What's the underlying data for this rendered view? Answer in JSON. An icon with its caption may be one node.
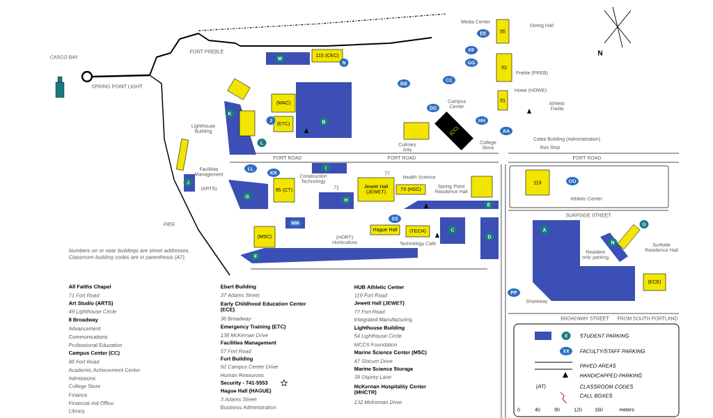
{
  "diagram": {
    "nodes": [
      {
        "text": [
          "115 (CEC)"
        ]
      },
      {
        "text": [
          "(MAC)"
        ]
      },
      {
        "text": [
          "(ETC)"
        ]
      },
      {
        "text": [
          "(CC)"
        ]
      },
      {
        "text": [
          "85"
        ]
      },
      {
        "text": [
          "83"
        ]
      },
      {
        "text": [
          "81"
        ]
      },
      {
        "text": [
          "85 (CT)"
        ]
      },
      {
        "text": [
          "Jewett Hall (JEWET)"
        ]
      },
      {
        "text": [
          "73 (HSC)"
        ]
      },
      {
        "text": [
          "Hague Hall"
        ]
      },
      {
        "text": [
          "(TECH)"
        ]
      },
      {
        "text": [
          "(MSC)"
        ]
      },
      {
        "text": [
          "119"
        ]
      },
      {
        "text": [
          "(ECE)"
        ]
      },
      {
        "text": [],
        "shape": "box"
      },
      {
        "text": [],
        "shape": "box"
      },
      {
        "text": [],
        "shape": "box"
      },
      {
        "text": [],
        "shape": "box"
      },
      {
        "text": [],
        "shape": "box"
      },
      {
        "text": [],
        "shape": "box"
      },
      {
        "text": [
          "M"
        ]
      },
      {
        "text": [
          "N"
        ]
      },
      {
        "text": [
          "BB"
        ]
      },
      {
        "text": [
          "CC"
        ]
      },
      {
        "text": [
          "EE"
        ]
      },
      {
        "text": [
          "FF"
        ]
      },
      {
        "text": [
          "GG"
        ]
      },
      {
        "text": [
          "K"
        ]
      },
      {
        "text": [
          "J"
        ]
      },
      {
        "text": [
          "B"
        ]
      },
      {
        "text": [
          "DD"
        ]
      },
      {
        "text": [
          "HH"
        ]
      },
      {
        "text": [
          "AA"
        ]
      },
      {
        "text": [
          "L"
        ]
      },
      {
        "text": [
          "J"
        ]
      },
      {
        "text": [
          "LL"
        ]
      },
      {
        "text": [
          "KK"
        ]
      },
      {
        "text": [
          "I"
        ]
      },
      {
        "text": [
          "G"
        ]
      },
      {
        "text": [
          "H"
        ]
      },
      {
        "text": [
          "OO"
        ]
      },
      {
        "text": [
          "E"
        ]
      },
      {
        "text": [
          "SS"
        ]
      },
      {
        "text": [
          "MM"
        ]
      },
      {
        "text": [
          "C"
        ]
      },
      {
        "text": [
          "D"
        ]
      },
      {
        "text": [
          "A"
        ]
      },
      {
        "text": [
          "O"
        ]
      },
      {
        "text": [
          "N"
        ]
      },
      {
        "text": [
          "F"
        ]
      },
      {
        "text": [
          "PP"
        ]
      }
    ],
    "labels": [
      "CASCO BAY",
      "SPRING POINT LIGHT",
      "FORT PREBLE",
      "Lighthouse Building",
      "Media Center",
      "Dining Hall",
      "Preble (PREB)",
      "Howe (HOWE)",
      "Campus Center",
      "Athletic Fields",
      "Culinary Arts",
      "College Store",
      "Cates Building (Administration)",
      "Bus Stop",
      "FORT ROAD",
      "FORT ROAD",
      "FORT ROAD",
      "Facilities Management",
      "Construction Technology",
      "71",
      "77",
      "Health Science",
      "Spring Point Residence Hall",
      "(ARTS)",
      "PIER",
      "(HORT) Horticulture",
      "Technology Café",
      "Athletic Center",
      "SURFSIDE STREET",
      "Resident only parking",
      "Surfside Residence Hall",
      "Shoreway",
      "BROADWAY STREET",
      "FROM SOUTH PORTLAND",
      "N",
      "X",
      "XX",
      "(AT)",
      "0",
      "40",
      "80",
      "120",
      "160",
      "meters",
      "Numbers on or near buildings are street addresses. Classroom building codes are in parenthesis (AT).",
      "All Faiths Chapel",
      "71 Fort Road",
      "Art Studio (ARTS)",
      "49 Lighthouse Circle",
      "8 Broadway",
      "Advancement",
      "Communications",
      "Professional Education",
      "Campus Center (CC)",
      "86 Fort Road",
      "Academic Achievement Center",
      "Admissions",
      "College Store",
      "Finance",
      "Financial Aid Office",
      "Library",
      "Ebert Building",
      "37 Adams Street",
      "Early Childhood Education Center (ECE)",
      "36 Broadway",
      "Emergency Training (ETC)",
      "138 McKernan Drive",
      "Facilities Management",
      "57 Fort Road",
      "Fort Building",
      "92 Campus Center Drive",
      "Human Resources",
      "Security - 741-5553",
      "Hague Hall (HAGUE)",
      "3 Adams Street",
      "Business Administration",
      "HUB Athletic Center",
      "119 Fort Road",
      "Jewett Hall (JEWET)",
      "77 Fort Road",
      "Integrated Manufacturing",
      "Lighthouse Building",
      "54 Lighthouse Circle",
      "MCCS Foundation",
      "Marine Science Center (MSC)",
      "47 Slocum Drive",
      "Marine Science Storage",
      "39 Osprey Lane",
      "McKernan Hospitality Center (MHCTR)",
      "132 McKernan Drive"
    ],
    "legend": [
      {
        "text": "STUDENT PARKING"
      },
      {
        "text": "FACULTY/STAFF PARKING"
      },
      {
        "text": "PAVED AREAS"
      },
      {
        "text": "HANDICAPPED PARKING"
      },
      {
        "text": "CLASSROOM CODES"
      },
      {
        "text": "CALL BOXES"
      }
    ]
  }
}
